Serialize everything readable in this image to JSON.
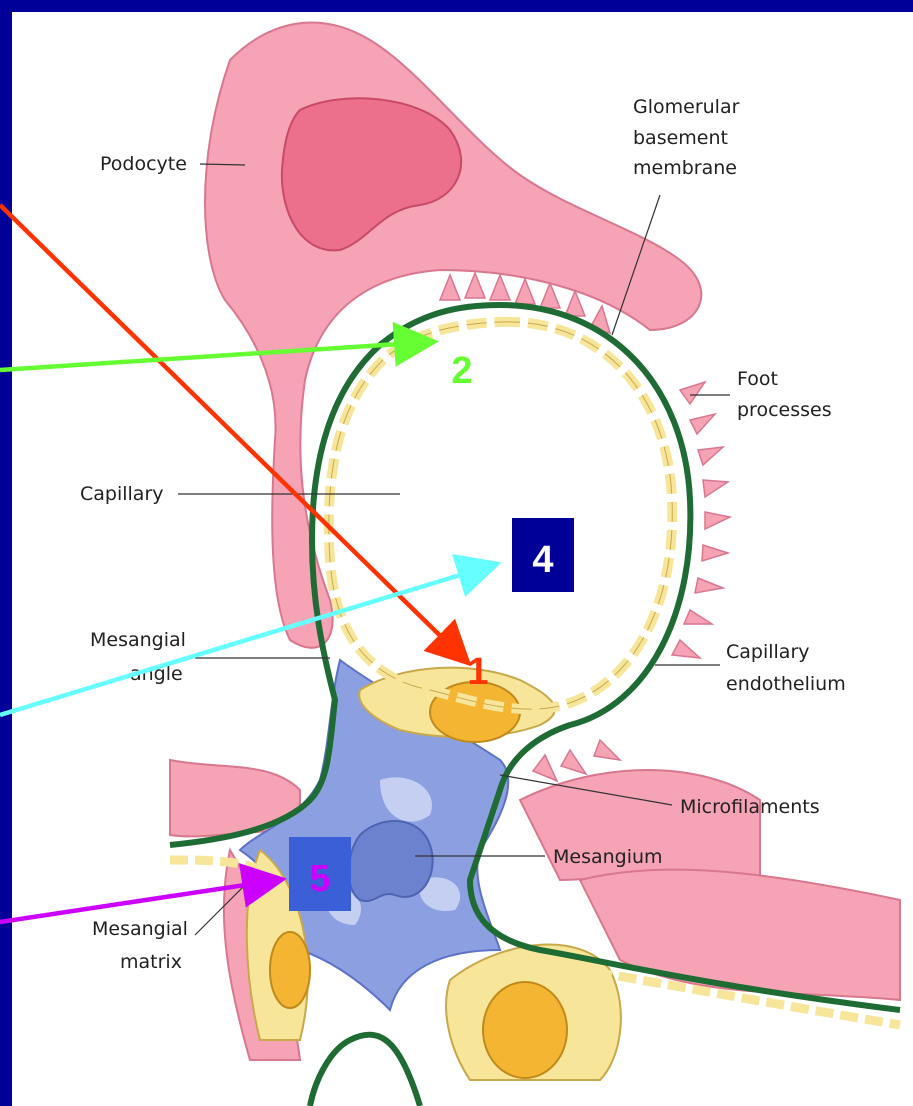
{
  "colors": {
    "background": "#000099",
    "podocyte": "#f5a3b5",
    "podocyte_nucleus": "#ec6f8c",
    "basement_membrane": "#1e6b34",
    "endothelium": "#f7e59a",
    "endothelial_nucleus": "#f4b533",
    "mesangium": "#8c9fe0",
    "mesangial_nucleus": "#6d82cf",
    "number_box": "#000099",
    "number_box_5": "#3a5fd6",
    "arrow_1": "#ff3300",
    "arrow_2": "#66ff33",
    "arrow_4": "#66ffff",
    "arrow_5": "#cc00ff"
  },
  "labels": {
    "podocyte": "Podocyte",
    "gbm_line1": "Glomerular",
    "gbm_line2": "basement",
    "gbm_line3": "membrane",
    "foot_line1": "Foot",
    "foot_line2": "processes",
    "capillary": "Capillary",
    "mesangial_angle_line1": "Mesangial",
    "mesangial_angle_line2": "angle",
    "endothelium_line1": "Capillary",
    "endothelium_line2": "endothelium",
    "microfilaments": "Microfilaments",
    "mesangium": "Mesangium",
    "matrix_line1": "Mesangial",
    "matrix_line2": "matrix"
  },
  "markers": {
    "m1": "1",
    "m2": "2",
    "m4": "4",
    "m5": "5"
  }
}
